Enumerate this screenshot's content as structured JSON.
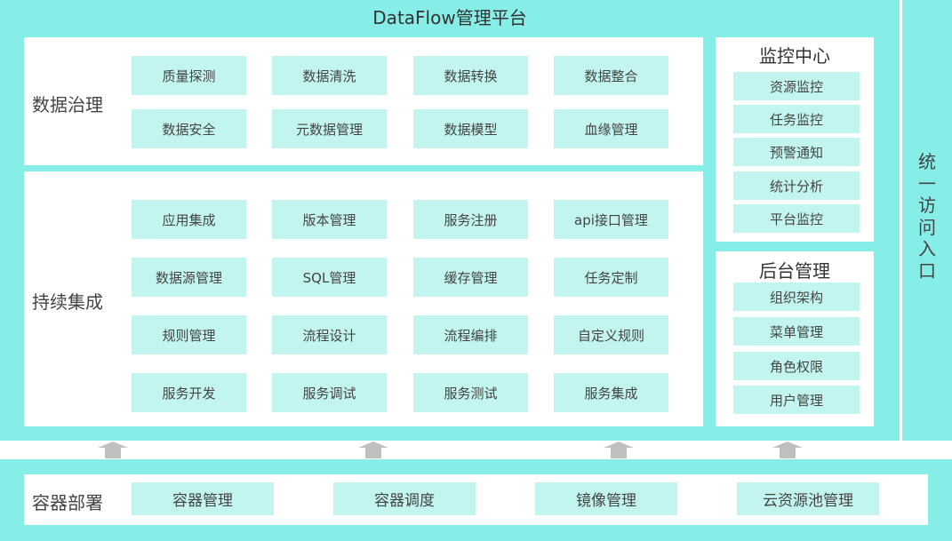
{
  "title": "DataFlow管理平台",
  "side_entry": [
    "统",
    "一",
    "访",
    "问",
    "入",
    "口"
  ],
  "governance": {
    "label": "数据治理",
    "items": [
      "质量探测",
      "数据清洗",
      "数据转换",
      "数据整合",
      "数据安全",
      "元数据管理",
      "数据模型",
      "血缘管理"
    ]
  },
  "integration": {
    "label": "持续集成",
    "items": [
      "应用集成",
      "版本管理",
      "服务注册",
      "api接口管理",
      "数据源管理",
      "SQL管理",
      "缓存管理",
      "任务定制",
      "规则管理",
      "流程设计",
      "流程编排",
      "自定义规则",
      "服务开发",
      "服务调试",
      "服务测试",
      "服务集成"
    ]
  },
  "monitor": {
    "title": "监控中心",
    "items": [
      "资源监控",
      "任务监控",
      "预警通知",
      "统计分析",
      "平台监控"
    ]
  },
  "backend": {
    "title": "后台管理",
    "items": [
      "组织架构",
      "菜单管理",
      "角色权限",
      "用户管理"
    ]
  },
  "container": {
    "label": "容器部署",
    "items": [
      "容器管理",
      "容器调度",
      "镜像管理",
      "云资源池管理"
    ]
  },
  "colors": {
    "frame": "#86EEE6",
    "box": "#C2F5F0",
    "arrow": "#BFBFBF"
  }
}
